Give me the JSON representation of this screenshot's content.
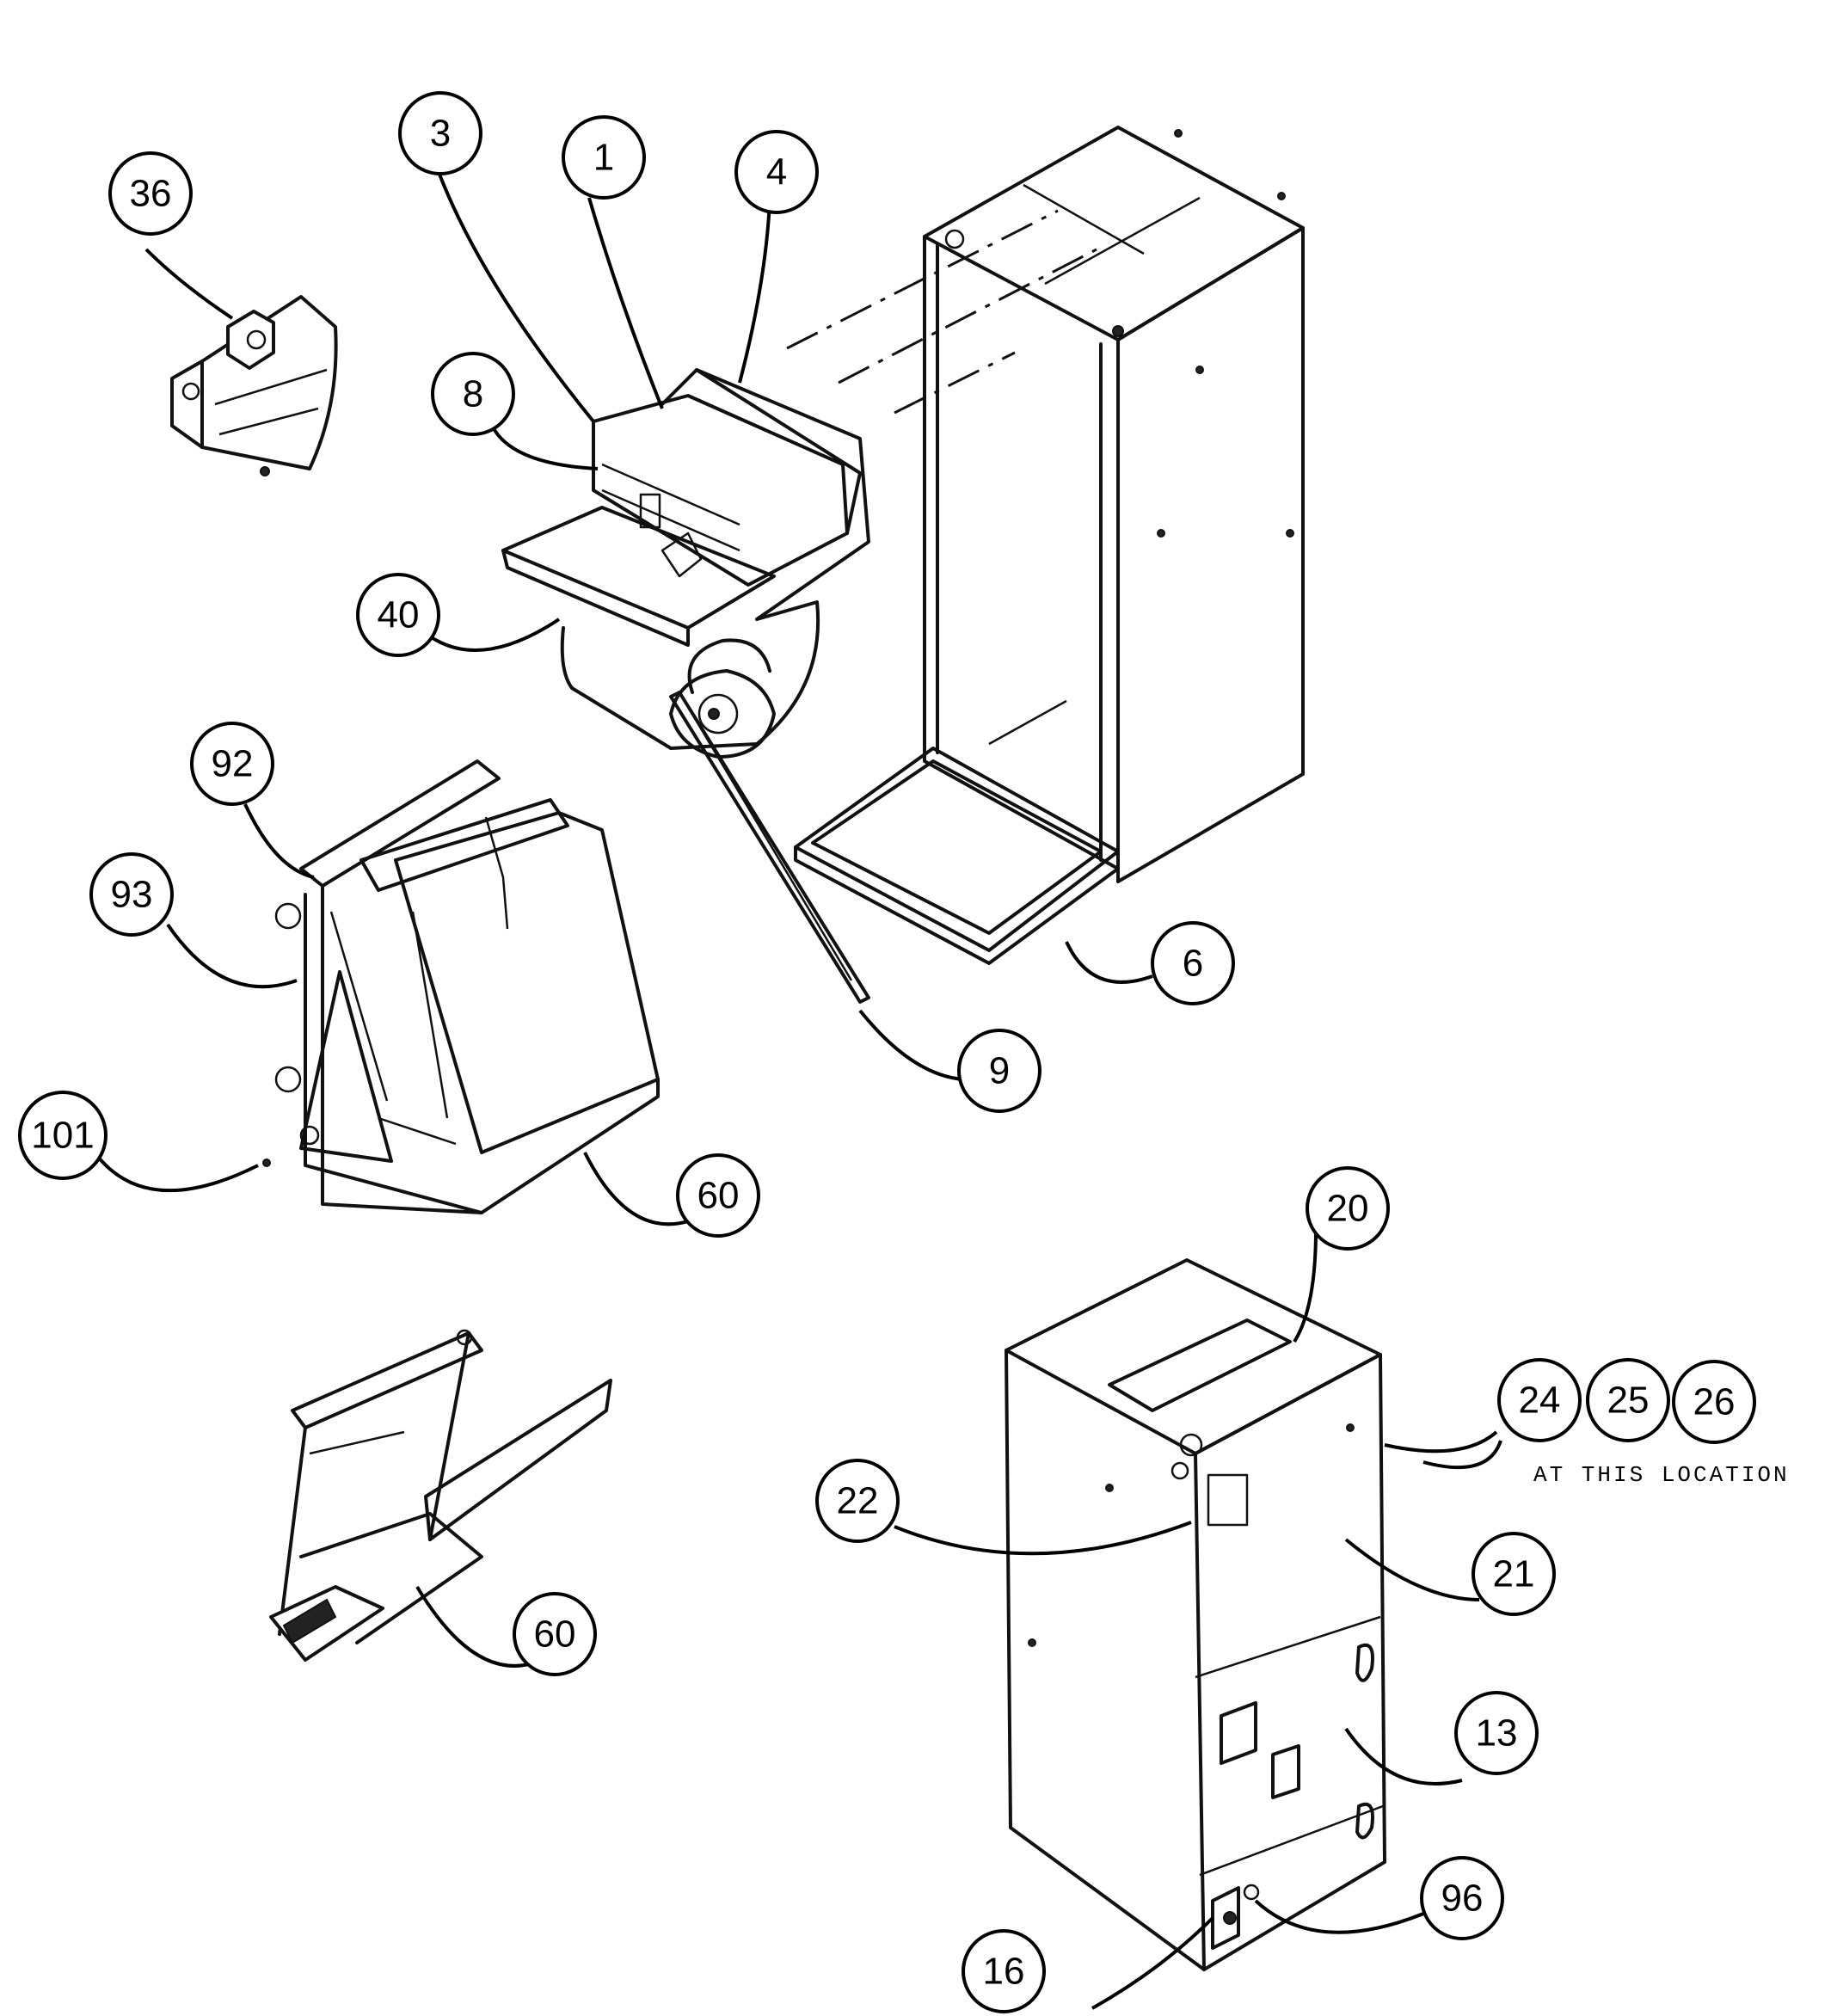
{
  "callouts": [
    {
      "id": "c36",
      "label": "36"
    },
    {
      "id": "c3",
      "label": "3"
    },
    {
      "id": "c1",
      "label": "1"
    },
    {
      "id": "c4",
      "label": "4"
    },
    {
      "id": "c8",
      "label": "8"
    },
    {
      "id": "c40",
      "label": "40"
    },
    {
      "id": "c92",
      "label": "92"
    },
    {
      "id": "c93",
      "label": "93"
    },
    {
      "id": "c101",
      "label": "101"
    },
    {
      "id": "c60a",
      "label": "60"
    },
    {
      "id": "c6",
      "label": "6"
    },
    {
      "id": "c9",
      "label": "9"
    },
    {
      "id": "c60b",
      "label": "60"
    },
    {
      "id": "c20",
      "label": "20"
    },
    {
      "id": "c24",
      "label": "24"
    },
    {
      "id": "c25",
      "label": "25"
    },
    {
      "id": "c26",
      "label": "26"
    },
    {
      "id": "c22",
      "label": "22"
    },
    {
      "id": "c21",
      "label": "21"
    },
    {
      "id": "c13",
      "label": "13"
    },
    {
      "id": "c96",
      "label": "96"
    },
    {
      "id": "c16",
      "label": "16"
    }
  ],
  "location_note": "AT THIS LOCATION"
}
